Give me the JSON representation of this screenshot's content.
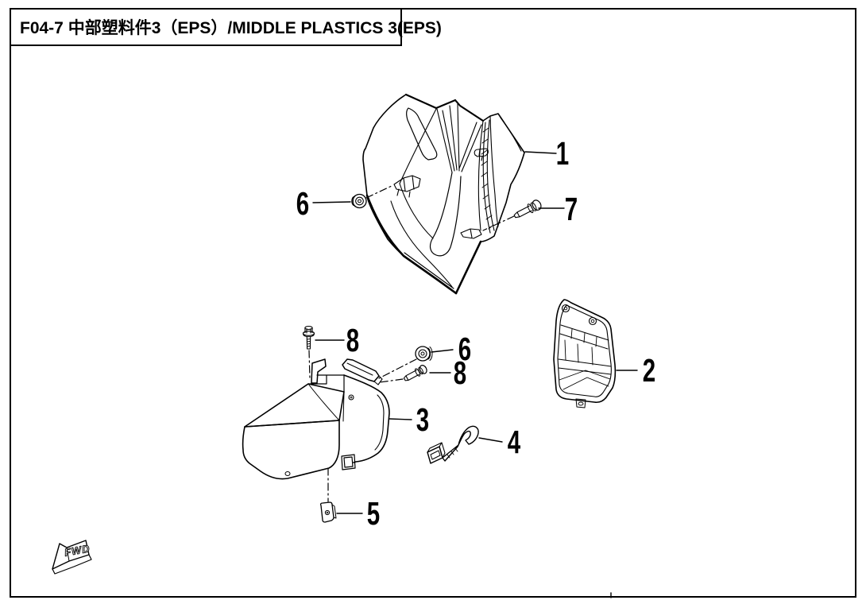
{
  "page": {
    "title": "F04-7 中部塑料件3（EPS）/MIDDLE PLASTICS 3(EPS)"
  },
  "diagram": {
    "fwd_label": "FWD",
    "callouts": {
      "c1": "1",
      "c2": "2",
      "c3": "3",
      "c4": "4",
      "c5": "5",
      "c6_upper": "6",
      "c6_middle": "6",
      "c7": "7",
      "c8_upper": "8",
      "c8_middle": "8"
    }
  },
  "colors": {
    "line": "#000000",
    "background": "#ffffff"
  }
}
